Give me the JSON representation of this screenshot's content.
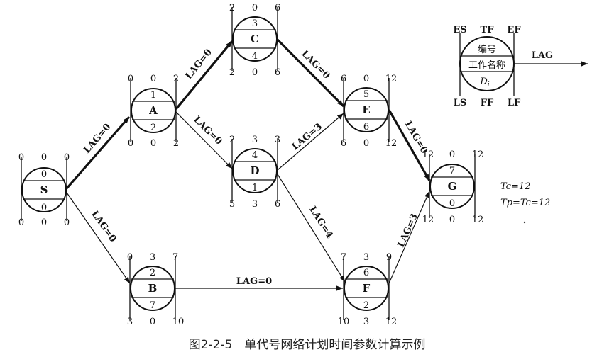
{
  "nodes": {
    "S": {
      "id": "S",
      "es": "0",
      "tf": "0",
      "ef": "0",
      "ls": "0",
      "ff": "0",
      "lf": "0",
      "top": "0",
      "bottom": "0"
    },
    "A": {
      "id": "A",
      "es": "0",
      "tf": "0",
      "ef": "2",
      "ls": "0",
      "ff": "0",
      "lf": "2",
      "top": "1",
      "bottom": "2"
    },
    "B": {
      "id": "B",
      "es": "0",
      "tf": "3",
      "ef": "7",
      "ls": "3",
      "ff": "0",
      "lf": "10",
      "top": "2",
      "bottom": "7"
    },
    "C": {
      "id": "C",
      "es": "2",
      "tf": "0",
      "ef": "6",
      "ls": "2",
      "ff": "0",
      "lf": "6",
      "top": "3",
      "bottom": "4"
    },
    "D": {
      "id": "D",
      "es": "2",
      "tf": "3",
      "ef": "3",
      "ls": "5",
      "ff": "3",
      "lf": "6",
      "top": "4",
      "bottom": "1"
    },
    "E": {
      "id": "E",
      "es": "6",
      "tf": "0",
      "ef": "12",
      "ls": "6",
      "ff": "0",
      "lf": "12",
      "top": "5",
      "bottom": "6"
    },
    "F": {
      "id": "F",
      "es": "7",
      "tf": "3",
      "ef": "9",
      "ls": "10",
      "ff": "3",
      "lf": "12",
      "top": "6",
      "bottom": "2"
    },
    "G": {
      "id": "G",
      "es": "12",
      "tf": "0",
      "ef": "12",
      "ls": "12",
      "ff": "0",
      "lf": "12",
      "top": "7",
      "bottom": "0"
    }
  },
  "links": {
    "SA": "LAG=0",
    "SB": "LAG=0",
    "AC": "LAG=0",
    "AD": "LAG=0",
    "CE": "LAG=0",
    "DE": "LAG=3",
    "DF": "LAG=4",
    "BF": "LAG=0",
    "EG": "LAG=0",
    "FG": "LAG=3"
  },
  "legend": {
    "es": "ES",
    "tf": "TF",
    "ef": "EF",
    "ls": "LS",
    "ff": "FF",
    "lf": "LF",
    "number": "编号",
    "name": "工作名称",
    "duration": "D",
    "duration_sub": "i",
    "lag": "LAG"
  },
  "notes": {
    "tc": "Tc=12",
    "tp": "Tp=Tc=12"
  },
  "caption": "图2-2-5　单代号网络计划时间参数计算示例"
}
